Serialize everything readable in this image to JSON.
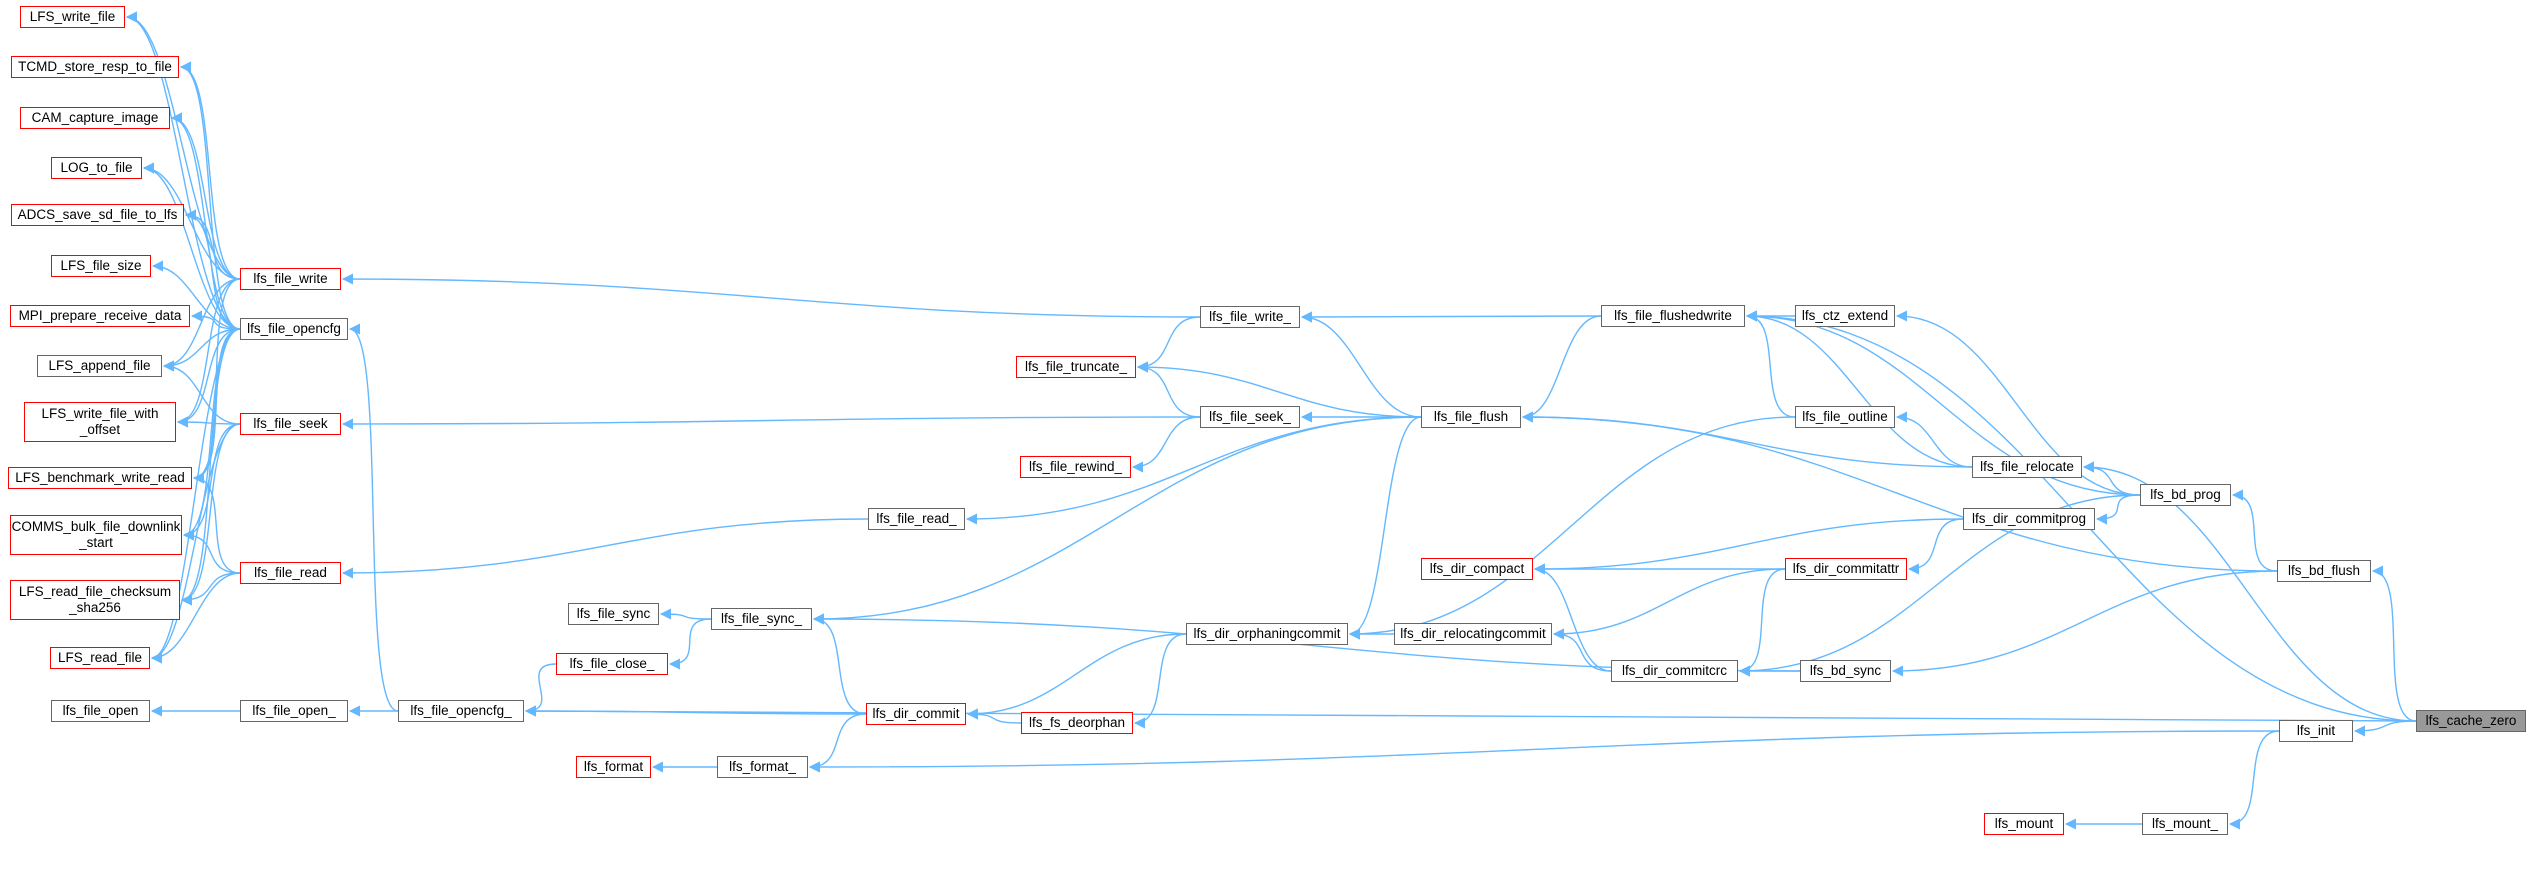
{
  "graph": {
    "edge_color": "#63b8ff",
    "normal_border": "#666666",
    "missing_border": "#ff0000",
    "target_fill": "#999999",
    "direction": "right-to-left caller graph",
    "target": "lfs_cache_zero"
  },
  "nodes": {
    "lfs_cache_zero": "lfs_cache_zero",
    "LFS_write_file": "LFS_write_file",
    "TCMD_store_resp_to_file": "TCMD_store_resp_to_file",
    "CAM_capture_image": "CAM_capture_image",
    "LOG_to_file": "LOG_to_file",
    "ADCS_save_sd_file_to_lfs": "ADCS_save_sd_file_to_lfs",
    "LFS_file_size": "LFS_file_size",
    "MPI_prepare_receive_data": "MPI_prepare_receive_data",
    "LFS_append_file": "LFS_append_file",
    "LFS_write_file_with_offset": "LFS_write_file_with\n_offset",
    "LFS_benchmark_write_read": "LFS_benchmark_write_read",
    "COMMS_bulk_file_downlink_start": "COMMS_bulk_file_downlink\n_start",
    "LFS_read_file_checksum_sha256": "LFS_read_file_checksum\n_sha256",
    "LFS_read_file": "LFS_read_file",
    "lfs_file_open": "lfs_file_open",
    "lfs_file_write": "lfs_file_write",
    "lfs_file_opencfg": "lfs_file_opencfg",
    "lfs_file_seek": "lfs_file_seek",
    "lfs_file_read": "lfs_file_read",
    "lfs_file_sync": "lfs_file_sync",
    "lfs_file_open_": "lfs_file_open_",
    "lfs_file_opencfg_": "lfs_file_opencfg_",
    "lfs_file_close_": "lfs_file_close_",
    "lfs_file_sync_": "lfs_file_sync_",
    "lfs_format": "lfs_format",
    "lfs_format_": "lfs_format_",
    "lfs_file_read_": "lfs_file_read_",
    "lfs_dir_commit": "lfs_dir_commit",
    "lfs_file_truncate_": "lfs_file_truncate_",
    "lfs_file_rewind_": "lfs_file_rewind_",
    "lfs_fs_deorphan": "lfs_fs_deorphan",
    "lfs_file_write_": "lfs_file_write_",
    "lfs_file_seek_": "lfs_file_seek_",
    "lfs_dir_orphaningcommit": "lfs_dir_orphaningcommit",
    "lfs_file_flush": "lfs_file_flush",
    "lfs_dir_compact": "lfs_dir_compact",
    "lfs_dir_relocatingcommit": "lfs_dir_relocatingcommit",
    "lfs_file_flushedwrite": "lfs_file_flushedwrite",
    "lfs_dir_commitcrc": "lfs_dir_commitcrc",
    "lfs_ctz_extend": "lfs_ctz_extend",
    "lfs_file_outline": "lfs_file_outline",
    "lfs_dir_commitattr": "lfs_dir_commitattr",
    "lfs_bd_sync": "lfs_bd_sync",
    "lfs_file_relocate": "lfs_file_relocate",
    "lfs_dir_commitprog": "lfs_dir_commitprog",
    "lfs_mount": "lfs_mount",
    "lfs_mount_": "lfs_mount_",
    "lfs_bd_prog": "lfs_bd_prog",
    "lfs_bd_flush": "lfs_bd_flush",
    "lfs_init": "lfs_init"
  },
  "missing_docs": [
    "LFS_write_file",
    "TCMD_store_resp_to_file",
    "CAM_capture_image",
    "LOG_to_file",
    "ADCS_save_sd_file_to_lfs",
    "LFS_file_size",
    "MPI_prepare_receive_data",
    "LFS_write_file_with_offset",
    "LFS_benchmark_write_read",
    "COMMS_bulk_file_downlink_start",
    "LFS_read_file_checksum_sha256",
    "LFS_read_file",
    "lfs_file_write",
    "lfs_file_seek",
    "lfs_file_read",
    "lfs_file_close_",
    "lfs_format",
    "lfs_dir_commit",
    "lfs_file_truncate_",
    "lfs_file_rewind_",
    "lfs_fs_deorphan",
    "lfs_dir_compact",
    "lfs_dir_commitattr",
    "lfs_mount"
  ],
  "edges": [
    [
      "LFS_write_file",
      "lfs_file_write"
    ],
    [
      "LFS_write_file",
      "lfs_file_opencfg"
    ],
    [
      "TCMD_store_resp_to_file",
      "lfs_file_write"
    ],
    [
      "TCMD_store_resp_to_file",
      "lfs_file_opencfg"
    ],
    [
      "CAM_capture_image",
      "lfs_file_write"
    ],
    [
      "CAM_capture_image",
      "lfs_file_opencfg"
    ],
    [
      "LOG_to_file",
      "lfs_file_write"
    ],
    [
      "LOG_to_file",
      "lfs_file_opencfg"
    ],
    [
      "ADCS_save_sd_file_to_lfs",
      "lfs_file_write"
    ],
    [
      "ADCS_save_sd_file_to_lfs",
      "lfs_file_opencfg"
    ],
    [
      "LFS_file_size",
      "lfs_file_opencfg"
    ],
    [
      "MPI_prepare_receive_data",
      "lfs_file_opencfg"
    ],
    [
      "LFS_append_file",
      "lfs_file_write"
    ],
    [
      "LFS_append_file",
      "lfs_file_opencfg"
    ],
    [
      "LFS_append_file",
      "lfs_file_seek"
    ],
    [
      "LFS_write_file_with_offset",
      "lfs_file_write"
    ],
    [
      "LFS_write_file_with_offset",
      "lfs_file_opencfg"
    ],
    [
      "LFS_write_file_with_offset",
      "lfs_file_seek"
    ],
    [
      "LFS_benchmark_write_read",
      "lfs_file_write"
    ],
    [
      "LFS_benchmark_write_read",
      "lfs_file_opencfg"
    ],
    [
      "LFS_benchmark_write_read",
      "lfs_file_read"
    ],
    [
      "COMMS_bulk_file_downlink_start",
      "lfs_file_opencfg"
    ],
    [
      "COMMS_bulk_file_downlink_start",
      "lfs_file_seek"
    ],
    [
      "COMMS_bulk_file_downlink_start",
      "lfs_file_read"
    ],
    [
      "LFS_read_file_checksum_sha256",
      "lfs_file_opencfg"
    ],
    [
      "LFS_read_file_checksum_sha256",
      "lfs_file_seek"
    ],
    [
      "LFS_read_file_checksum_sha256",
      "lfs_file_read"
    ],
    [
      "LFS_read_file",
      "lfs_file_opencfg"
    ],
    [
      "LFS_read_file",
      "lfs_file_seek"
    ],
    [
      "LFS_read_file",
      "lfs_file_read"
    ],
    [
      "lfs_file_open",
      "lfs_file_open_"
    ],
    [
      "lfs_file_open_",
      "lfs_file_opencfg_"
    ],
    [
      "lfs_file_opencfg",
      "lfs_file_opencfg_"
    ],
    [
      "lfs_file_write",
      "lfs_file_write_"
    ],
    [
      "lfs_file_seek",
      "lfs_file_seek_"
    ],
    [
      "lfs_file_read",
      "lfs_file_read_"
    ],
    [
      "lfs_file_sync",
      "lfs_file_sync_"
    ],
    [
      "lfs_file_opencfg_",
      "lfs_file_close_"
    ],
    [
      "lfs_file_opencfg_",
      "lfs_dir_commit"
    ],
    [
      "lfs_file_close_",
      "lfs_file_sync_"
    ],
    [
      "lfs_format",
      "lfs_format_"
    ],
    [
      "lfs_format_",
      "lfs_dir_commit"
    ],
    [
      "lfs_file_sync_",
      "lfs_dir_commit"
    ],
    [
      "lfs_file_sync_",
      "lfs_file_flush"
    ],
    [
      "lfs_file_read_",
      "lfs_file_flush"
    ],
    [
      "lfs_file_truncate_",
      "lfs_file_write_"
    ],
    [
      "lfs_file_truncate_",
      "lfs_file_seek_"
    ],
    [
      "lfs_file_truncate_",
      "lfs_file_flush"
    ],
    [
      "lfs_file_rewind_",
      "lfs_file_seek_"
    ],
    [
      "lfs_dir_commit",
      "lfs_fs_deorphan"
    ],
    [
      "lfs_dir_commit",
      "lfs_dir_orphaningcommit"
    ],
    [
      "lfs_fs_deorphan",
      "lfs_dir_orphaningcommit"
    ],
    [
      "lfs_file_write_",
      "lfs_file_flush"
    ],
    [
      "lfs_file_write_",
      "lfs_file_flushedwrite"
    ],
    [
      "lfs_file_seek_",
      "lfs_file_flush"
    ],
    [
      "lfs_dir_orphaningcommit",
      "lfs_file_flush"
    ],
    [
      "lfs_dir_orphaningcommit",
      "lfs_dir_relocatingcommit"
    ],
    [
      "lfs_dir_orphaningcommit",
      "lfs_file_outline"
    ],
    [
      "lfs_file_flush",
      "lfs_file_flushedwrite"
    ],
    [
      "lfs_file_flush",
      "lfs_file_relocate"
    ],
    [
      "lfs_file_flush",
      "lfs_bd_flush"
    ],
    [
      "lfs_dir_relocatingcommit",
      "lfs_dir_commitattr"
    ],
    [
      "lfs_dir_relocatingcommit",
      "lfs_dir_commitcrc"
    ],
    [
      "lfs_dir_compact",
      "lfs_dir_commitattr"
    ],
    [
      "lfs_dir_compact",
      "lfs_dir_commitcrc"
    ],
    [
      "lfs_dir_compact",
      "lfs_dir_commitprog"
    ],
    [
      "lfs_file_flushedwrite",
      "lfs_ctz_extend"
    ],
    [
      "lfs_file_flushedwrite",
      "lfs_file_outline"
    ],
    [
      "lfs_file_flushedwrite",
      "lfs_file_relocate"
    ],
    [
      "lfs_file_flushedwrite",
      "lfs_bd_prog"
    ],
    [
      "lfs_file_flushedwrite",
      "lfs_cache_zero"
    ],
    [
      "lfs_dir_commitcrc",
      "lfs_dir_commitattr"
    ],
    [
      "lfs_dir_commitcrc",
      "lfs_bd_sync"
    ],
    [
      "lfs_dir_commitcrc",
      "lfs_bd_prog"
    ],
    [
      "lfs_dir_commitattr",
      "lfs_dir_commitprog"
    ],
    [
      "lfs_ctz_extend",
      "lfs_bd_prog"
    ],
    [
      "lfs_file_outline",
      "lfs_file_relocate"
    ],
    [
      "lfs_file_relocate",
      "lfs_bd_prog"
    ],
    [
      "lfs_file_relocate",
      "lfs_cache_zero"
    ],
    [
      "lfs_dir_commitprog",
      "lfs_bd_prog"
    ],
    [
      "lfs_bd_prog",
      "lfs_bd_flush"
    ],
    [
      "lfs_bd_sync",
      "lfs_bd_flush"
    ],
    [
      "lfs_bd_flush",
      "lfs_cache_zero"
    ],
    [
      "lfs_file_sync_",
      "lfs_bd_sync"
    ],
    [
      "lfs_format_",
      "lfs_init"
    ],
    [
      "lfs_mount",
      "lfs_mount_"
    ],
    [
      "lfs_mount_",
      "lfs_init"
    ],
    [
      "lfs_init",
      "lfs_cache_zero"
    ],
    [
      "lfs_file_opencfg_",
      "lfs_cache_zero"
    ]
  ]
}
